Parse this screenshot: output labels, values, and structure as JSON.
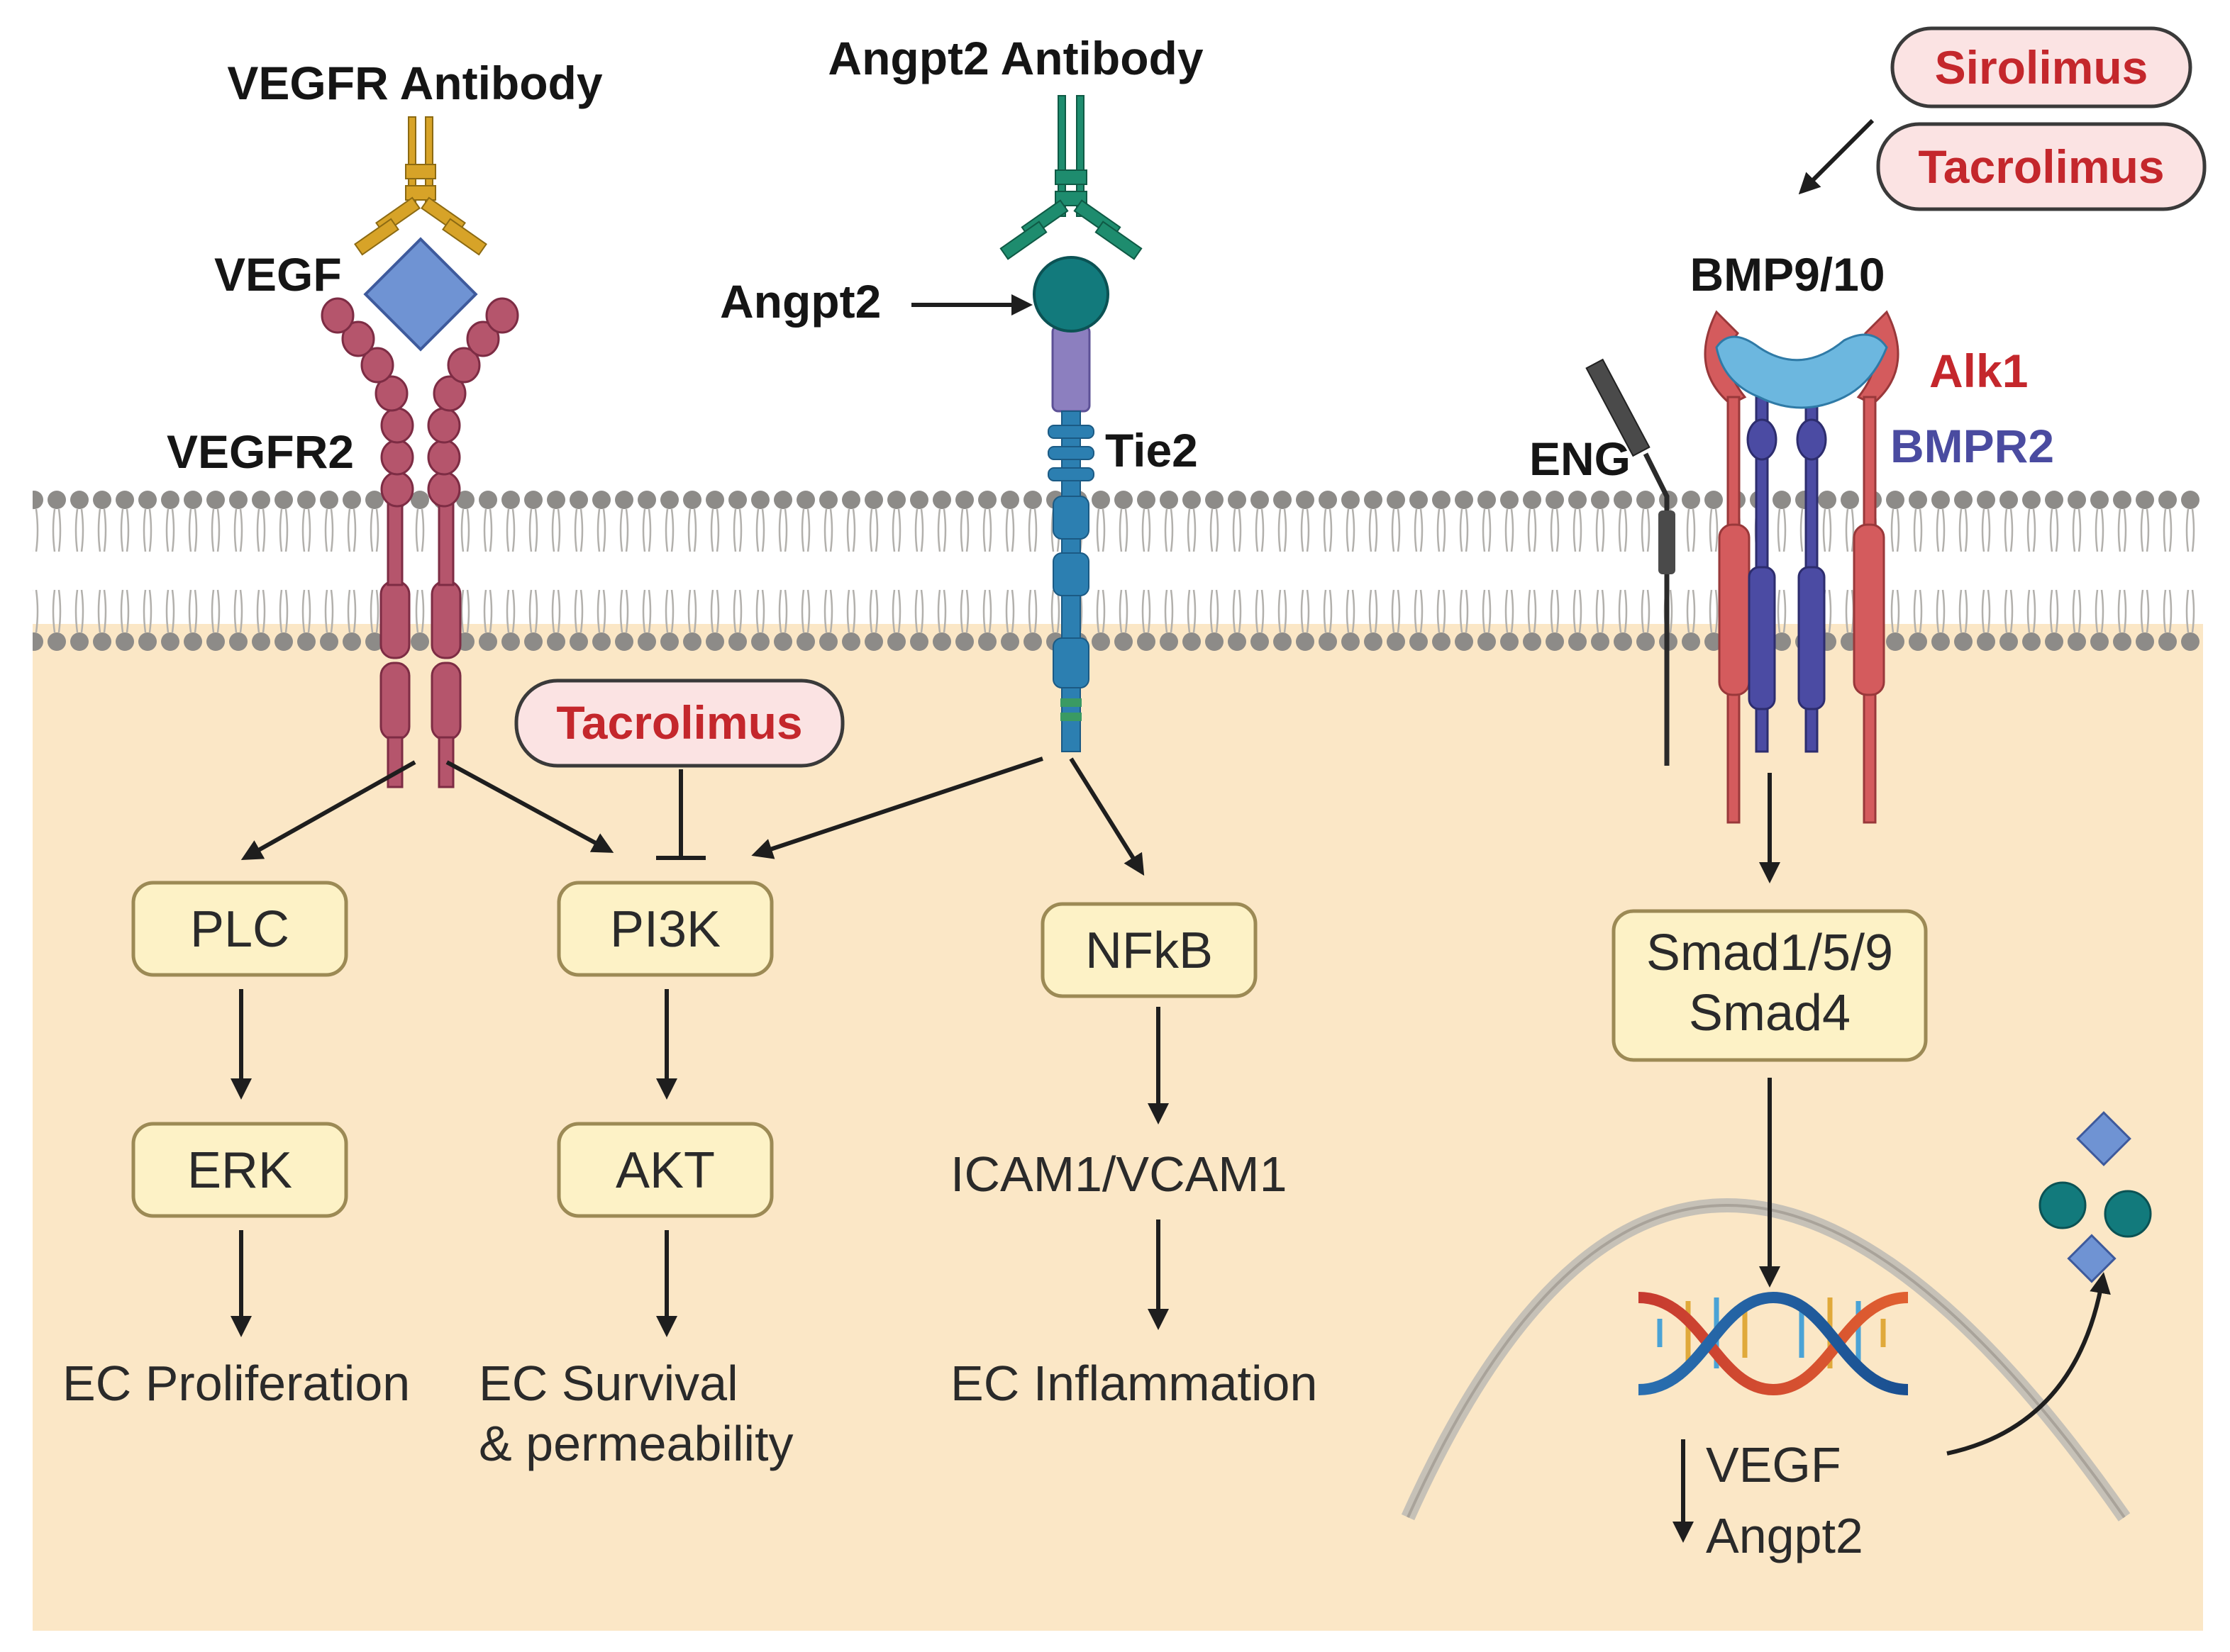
{
  "labels": {
    "vegfr_antibody": "VEGFR Antibody",
    "vegf": "VEGF",
    "vegfr2": "VEGFR2",
    "angpt2_antibody": "Angpt2 Antibody",
    "angpt2": "Angpt2",
    "tie2": "Tie2",
    "bmp": "BMP9/10",
    "alk1": "Alk1",
    "bmpr2": "BMPR2",
    "eng": "ENG",
    "vegf_angpt2_line1": "VEGF",
    "vegf_angpt2_line2": "Angpt2"
  },
  "drugs": {
    "tacrolimus_center": "Tacrolimus",
    "sirolimus": "Sirolimus",
    "tacrolimus_right": "Tacrolimus"
  },
  "nodes": {
    "plc": "PLC",
    "erk": "ERK",
    "pi3k": "PI3K",
    "akt": "AKT",
    "nfkb": "NFkB",
    "smad_line1": "Smad1/5/9",
    "smad_line2": "Smad4"
  },
  "outcomes": {
    "proliferation": "EC Proliferation",
    "survival_line1": "EC Survival",
    "survival_line2": "& permeability",
    "icam": "ICAM1/VCAM1",
    "inflammation": "EC Inflammation"
  },
  "colors": {
    "cytoplasm": "#fbe7c6",
    "membrane_head": "#8d8b88",
    "vegfr2": "#b5556c",
    "vegf": "#6f93d3",
    "antibody_gold": "#d7a328",
    "antibody_green": "#1e8c6e",
    "angpt2": "#127a7c",
    "tie2": "#2c7fb1",
    "alk1": "#d45b5d",
    "bmpr2": "#4b4ba3",
    "drug_red": "#c4272c"
  }
}
